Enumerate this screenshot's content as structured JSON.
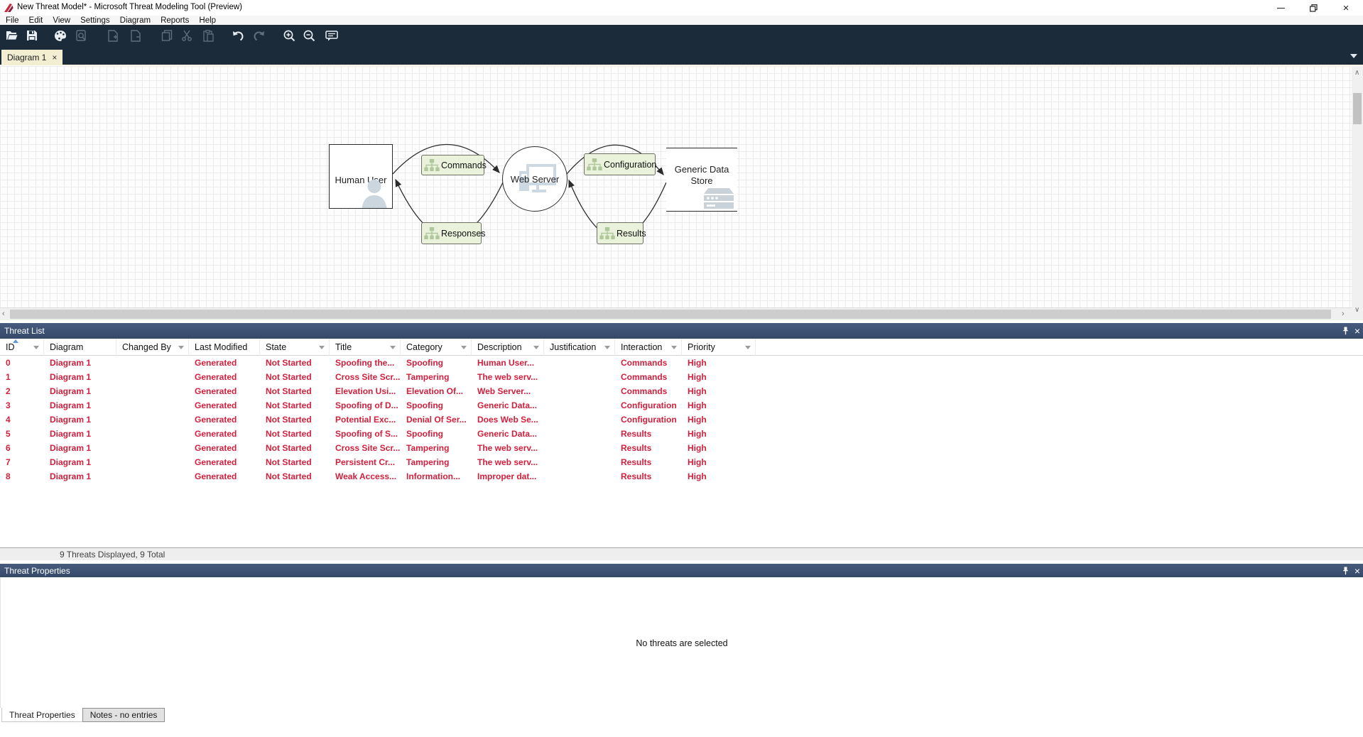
{
  "window": {
    "title": "New Threat Model* - Microsoft Threat Modeling Tool  (Preview)",
    "controls": [
      "minimize",
      "restore",
      "close"
    ]
  },
  "menu": {
    "items": [
      "File",
      "Edit",
      "View",
      "Settings",
      "Diagram",
      "Reports",
      "Help"
    ]
  },
  "toolbar": {
    "icons": [
      {
        "name": "open-file-icon",
        "enabled": true
      },
      {
        "name": "save-icon",
        "enabled": true
      },
      {
        "name": "palette-view-icon",
        "enabled": true
      },
      {
        "name": "report-preview-icon",
        "enabled": false
      },
      {
        "name": "add-diagram-icon",
        "enabled": false
      },
      {
        "name": "remove-diagram-icon",
        "enabled": false
      },
      {
        "name": "copy-icon",
        "enabled": false
      },
      {
        "name": "cut-icon",
        "enabled": false
      },
      {
        "name": "paste-icon",
        "enabled": false
      },
      {
        "name": "undo-icon",
        "enabled": true
      },
      {
        "name": "redo-icon",
        "enabled": false
      },
      {
        "name": "zoom-in-icon",
        "enabled": true
      },
      {
        "name": "zoom-out-icon",
        "enabled": true
      },
      {
        "name": "feedback-icon",
        "enabled": true
      }
    ]
  },
  "tabs": {
    "diagram_tab": "Diagram 1",
    "close_glyph": "×"
  },
  "canvas": {
    "nodes": {
      "human_user": "Human User",
      "web_server": "Web Server",
      "data_store_line1": "Generic Data",
      "data_store_line2": "Store"
    },
    "flows": {
      "commands": "Commands",
      "responses": "Responses",
      "configuration": "Configuration",
      "results": "Results"
    }
  },
  "threat_list": {
    "title": "Threat List",
    "columns": [
      {
        "label": "ID",
        "filter": true,
        "sorted": true
      },
      {
        "label": "Diagram",
        "filter": false,
        "sorted": false
      },
      {
        "label": "Changed By",
        "filter": true,
        "sorted": false
      },
      {
        "label": "Last Modified",
        "filter": false,
        "sorted": false
      },
      {
        "label": "State",
        "filter": true,
        "sorted": false
      },
      {
        "label": "Title",
        "filter": true,
        "sorted": false
      },
      {
        "label": "Category",
        "filter": true,
        "sorted": false
      },
      {
        "label": "Description",
        "filter": true,
        "sorted": false
      },
      {
        "label": "Justification",
        "filter": true,
        "sorted": false
      },
      {
        "label": "Interaction",
        "filter": true,
        "sorted": false
      },
      {
        "label": "Priority",
        "filter": true,
        "sorted": false
      }
    ],
    "rows": [
      [
        "0",
        "Diagram 1",
        "",
        "Generated",
        "Not Started",
        "Spoofing the...",
        "Spoofing",
        "Human User...",
        "",
        "Commands",
        "High"
      ],
      [
        "1",
        "Diagram 1",
        "",
        "Generated",
        "Not Started",
        "Cross Site Scr...",
        "Tampering",
        "The web serv...",
        "",
        "Commands",
        "High"
      ],
      [
        "2",
        "Diagram 1",
        "",
        "Generated",
        "Not Started",
        "Elevation Usi...",
        "Elevation Of...",
        "Web Server...",
        "",
        "Commands",
        "High"
      ],
      [
        "3",
        "Diagram 1",
        "",
        "Generated",
        "Not Started",
        "Spoofing of D...",
        "Spoofing",
        "Generic Data...",
        "",
        "Configuration",
        "High"
      ],
      [
        "4",
        "Diagram 1",
        "",
        "Generated",
        "Not Started",
        "Potential Exc...",
        "Denial Of Ser...",
        "Does Web Se...",
        "",
        "Configuration",
        "High"
      ],
      [
        "5",
        "Diagram 1",
        "",
        "Generated",
        "Not Started",
        "Spoofing of S...",
        "Spoofing",
        "Generic Data...",
        "",
        "Results",
        "High"
      ],
      [
        "6",
        "Diagram 1",
        "",
        "Generated",
        "Not Started",
        "Cross Site Scr...",
        "Tampering",
        "The web serv...",
        "",
        "Results",
        "High"
      ],
      [
        "7",
        "Diagram 1",
        "",
        "Generated",
        "Not Started",
        "Persistent Cr...",
        "Tampering",
        "The web serv...",
        "",
        "Results",
        "High"
      ],
      [
        "8",
        "Diagram 1",
        "",
        "Generated",
        "Not Started",
        "Weak Access...",
        "Information...",
        "Improper dat...",
        "",
        "Results",
        "High"
      ]
    ],
    "status": "9 Threats Displayed, 9 Total"
  },
  "threat_properties": {
    "title": "Threat Properties",
    "empty_message": "No threats are selected",
    "tabs": [
      {
        "label": "Threat Properties",
        "active": true
      },
      {
        "label": "Notes - no entries",
        "active": false
      }
    ]
  },
  "colors": {
    "toolbar_bg": "#1c2b3a",
    "panel_header": "#3d5170",
    "active_tab_bg": "#f3edd2",
    "threat_text_red": "#d21f3c",
    "flow_label_bg": "#eaf2dc",
    "canvas_grid": "#ebebeb"
  }
}
